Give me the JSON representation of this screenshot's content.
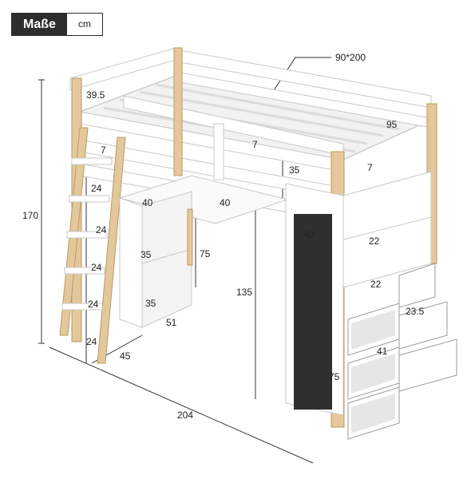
{
  "header": {
    "title": "Maße",
    "unit": "cm"
  },
  "dimensions": {
    "mattress": "90*200",
    "ladder_depth": "39.5",
    "bed_width": "95",
    "guard_height_front": "7",
    "guard_height_mid": "7",
    "guard_height_right": "7",
    "guard_rail_height": "35",
    "ladder_step_1": "24",
    "ladder_step_2": "24",
    "ladder_step_3": "24",
    "ladder_step_4": "24",
    "ladder_step_5": "24",
    "total_height": "170",
    "desk_depth": "40",
    "desk_depth_2": "40",
    "desk_height": "75",
    "shelf_height_1": "35",
    "shelf_height_2": "35",
    "cabinet_width": "51",
    "cabinet_depth": "45",
    "under_bed_height": "135",
    "chalkboard_width": "40",
    "shelf_gap_1": "22",
    "shelf_gap_2": "22",
    "drawer_height": "23.5",
    "drawer_width": "41",
    "chalkboard_height": "75",
    "total_length": "204"
  }
}
